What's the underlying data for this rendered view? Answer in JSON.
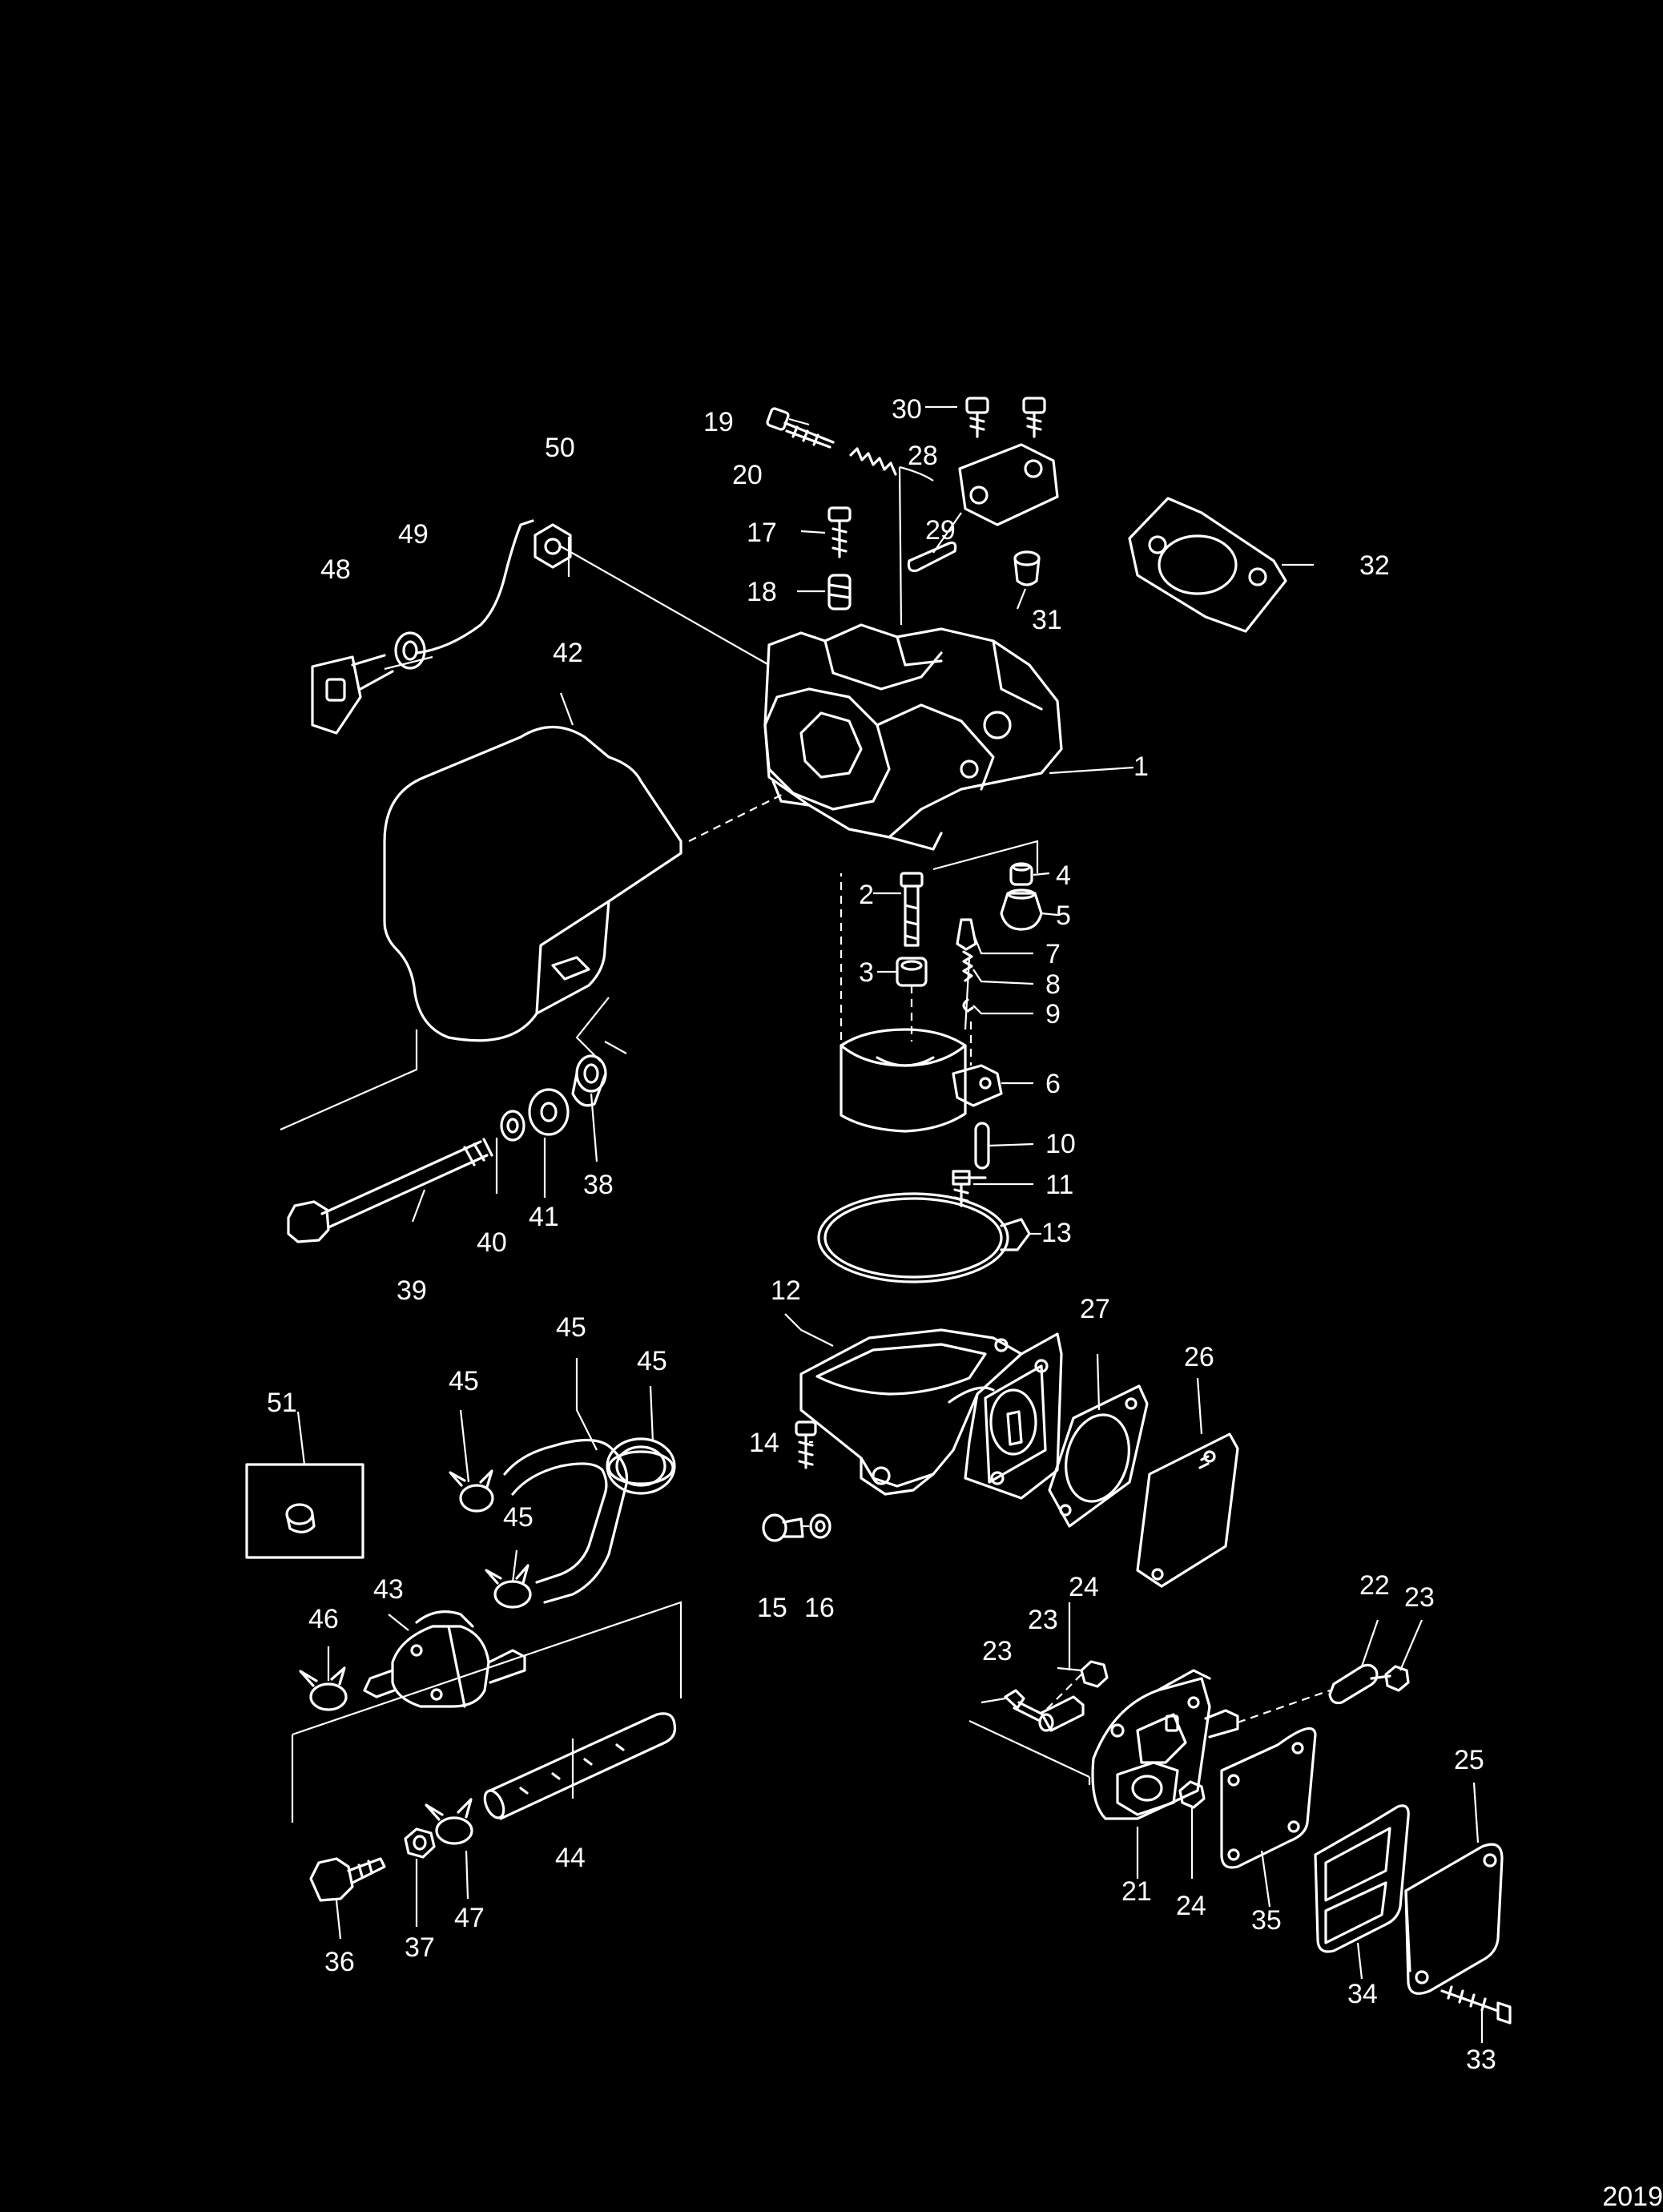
{
  "figure_number": "2019",
  "callouts": [
    "1",
    "2",
    "3",
    "4",
    "5",
    "6",
    "7",
    "8",
    "9",
    "10",
    "11",
    "12",
    "13",
    "14",
    "15",
    "16",
    "17",
    "18",
    "19",
    "20",
    "21",
    "22",
    "23",
    "23",
    "23",
    "24",
    "24",
    "25",
    "26",
    "27",
    "28",
    "29",
    "30",
    "31",
    "32",
    "33",
    "34",
    "35",
    "36",
    "37",
    "38",
    "39",
    "40",
    "41",
    "42",
    "43",
    "44",
    "45",
    "45",
    "45",
    "45",
    "46",
    "47",
    "48",
    "49",
    "50",
    "51"
  ],
  "colors": {
    "background": "#000000",
    "line": "#ffffff"
  }
}
